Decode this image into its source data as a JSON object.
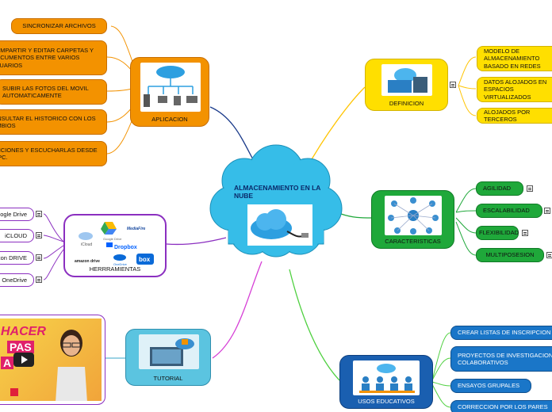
{
  "central": {
    "title": "ALMACENAMIENTO EN LA NUBE"
  },
  "aplicacion": {
    "label": "APLICACION",
    "items": [
      "SINCRONIZAR ARCHIVOS",
      "COMPARTIR Y EDITAR CARPETAS Y DOCUMENTOS ENTRE VARIOS USUARIOS",
      "SUBIR LAS FOTOS DEL MOVIL AUTOMATICAMENTE",
      "CONSULTAR EL HISTORICO CON LOS CAMBIOS",
      "CANCIONES Y ESCUCHARLAS DESDE TU PC."
    ]
  },
  "herramientas": {
    "label": "HERRRAMIENTAS",
    "items": [
      "Google Drive",
      "iCLOUD",
      "Amazon DRIVE",
      "OneDrive"
    ],
    "logos": [
      "Google Drive",
      "MediaFire",
      "iCloud",
      "Dropbox",
      "amazon drive",
      "OneDrive",
      "box"
    ]
  },
  "tutorial": {
    "label": "TUTORIAL",
    "thumbnail_text": [
      "HACER",
      "PAS",
      "A"
    ]
  },
  "definicion": {
    "label": "DEFINICION",
    "items": [
      "MODELO DE ALMACENAMIENTO BASADO EN REDES",
      "DATOS ALOJADOS EN ESPACIOS VIRTUALIZADOS",
      "ALOJADOS POR TERCEROS"
    ]
  },
  "caracteristicas": {
    "label": "CARACTERISTICAS",
    "items": [
      "AGILIDAD",
      "ESCALABILIDAD",
      "FLEXIBILIDAD",
      "MULTIPOSESION"
    ]
  },
  "usos": {
    "label": "USOS EDUCATIVOS",
    "items": [
      "CREAR LISTAS DE INSCRIPCION",
      "PROYECTOS DE INVESTIGACION COLABORATIVOS",
      "ENSAYOS GRUPALES",
      "CORRECCION POR LOS PARES"
    ]
  },
  "colors": {
    "aplicacion": "#f39200",
    "herramientas": "#8b2fc0",
    "tutorial": "#3aa6c8",
    "definicion": "#ffdf00",
    "caracteristicas": "#1fa83a",
    "usos": "#1a76c8",
    "cloud": "#36bde8"
  },
  "icons": [
    "cloud-devices-icon",
    "network-diagram-icon",
    "cloud-cable-icon",
    "cloud-monitor-icon",
    "video-play-icon",
    "people-cloud-icon",
    "note-icon"
  ]
}
